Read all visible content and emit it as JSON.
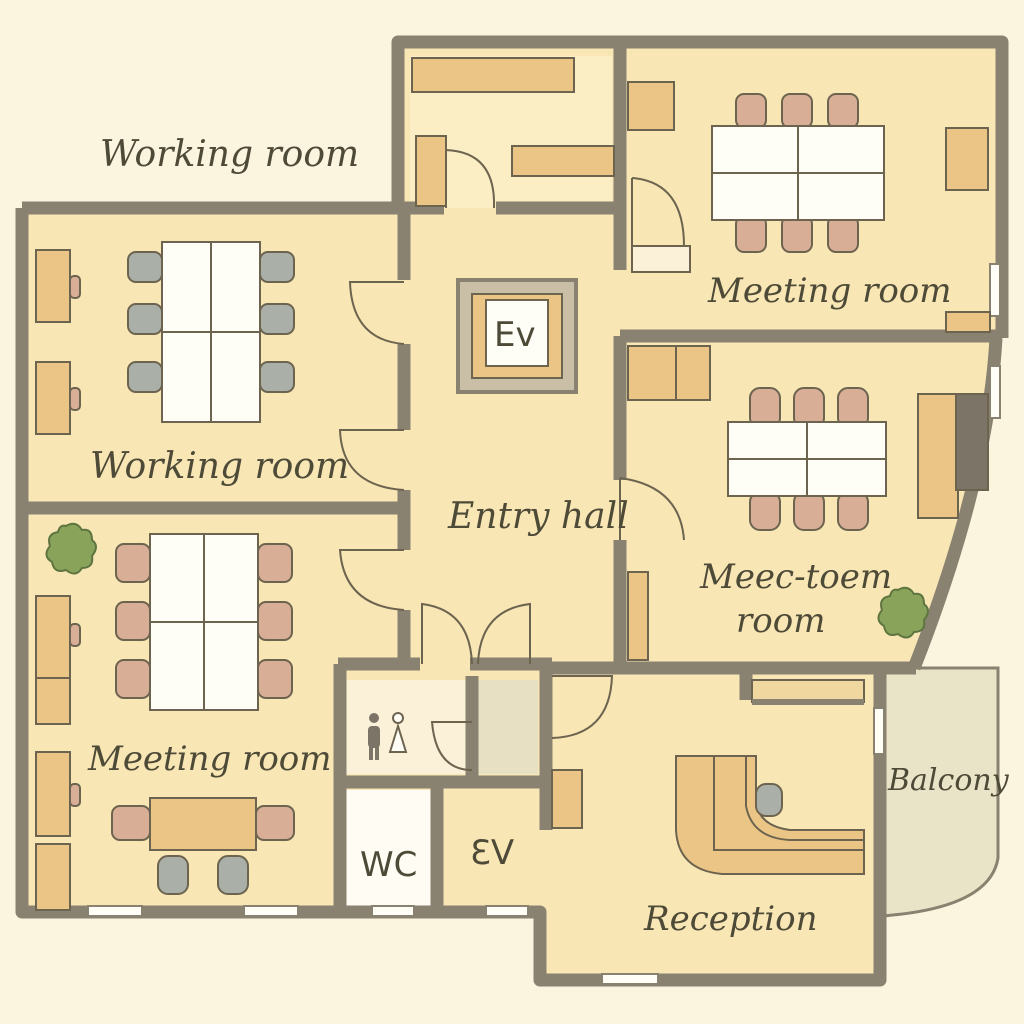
{
  "labels": {
    "outside_working": "Working room",
    "working_room": "Working room",
    "meeting_room_top": "Meeting room",
    "meeting_room_left": "Meeting room",
    "meec_toem_line1": "Meec-toem",
    "meec_toem_line2": "room",
    "entry_hall": "Entry hall",
    "reception": "Reception",
    "balcony": "Balcony",
    "wc": "WC",
    "ev_center": "Ev",
    "ev_bottom": "ƐV"
  },
  "colors": {
    "background": "#fbf4df",
    "floor": "#f8e6b4",
    "wall": "#8a8270",
    "furniture": "#ebc585",
    "chair_wood": "#d9ae96",
    "chair_gray": "#aab0a8",
    "table": "#fefdf6",
    "plant": "#8aa35a",
    "line": "#6d6450"
  }
}
